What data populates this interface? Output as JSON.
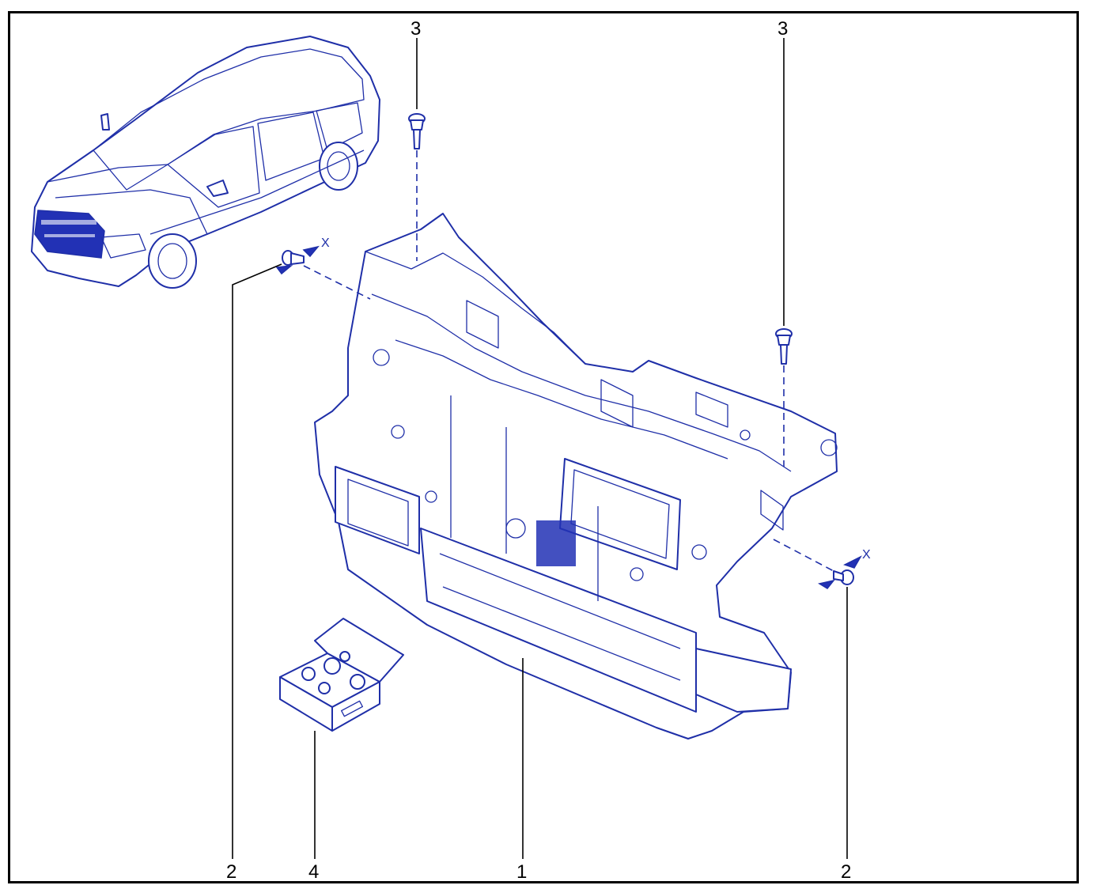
{
  "colors": {
    "line": "#1f2fa8",
    "fill": "#2231b5",
    "frame": "#000000"
  },
  "callouts": {
    "top_left_screw": "3",
    "top_right_screw": "3",
    "left_clip": "2",
    "right_clip": "2",
    "kit_box": "4",
    "front_panel": "1"
  },
  "markers": {
    "left_x": "X",
    "right_x": "X"
  }
}
